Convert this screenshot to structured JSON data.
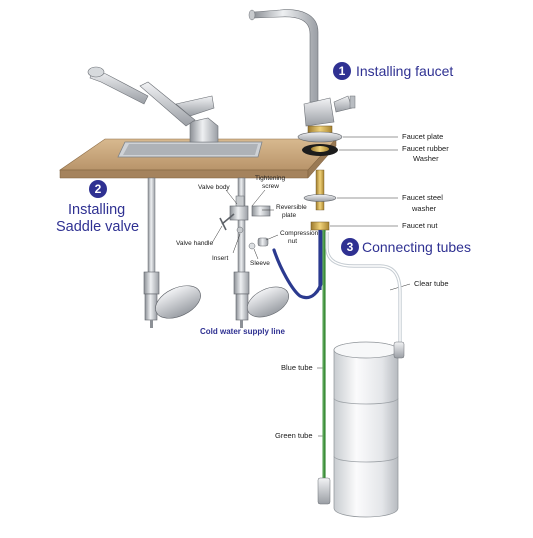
{
  "steps": [
    {
      "number": "1",
      "title": "Installing faucet"
    },
    {
      "number": "2",
      "title_line1": "Installing",
      "title_line2": "Saddle valve"
    },
    {
      "number": "3",
      "title": "Connecting tubes"
    }
  ],
  "labels": {
    "faucet_plate": "Faucet plate",
    "faucet_rubber_washer_1": "Faucet rubber",
    "faucet_rubber_washer_2": "Washer",
    "faucet_steel_washer_1": "Faucet steel",
    "faucet_steel_washer_2": "washer",
    "faucet_nut": "Faucet nut",
    "clear_tube": "Clear tube",
    "blue_tube": "Blue tube",
    "green_tube": "Green tube",
    "cold_water_supply_line": "Cold water supply line",
    "valve_body": "Valve body",
    "tightening_screw_1": "Tightening",
    "tightening_screw_2": "screw",
    "reversible_plate_1": "Reversible",
    "reversible_plate_2": "plate",
    "valve_handle": "Valve handle",
    "insert": "Insert",
    "sleeve": "Sleeve",
    "compression_nut_1": "Compression",
    "compression_nut_2": "nut"
  },
  "colors": {
    "step_blue": "#2f3192",
    "counter_top": "#c9a77d",
    "blue_tube": "#2b3a8f",
    "green_tube": "#3c8d3a",
    "clear_tube": "#e8eef2",
    "chrome": "#b9bdc2",
    "brass": "#c8a24a",
    "tank": "#eceef0"
  }
}
